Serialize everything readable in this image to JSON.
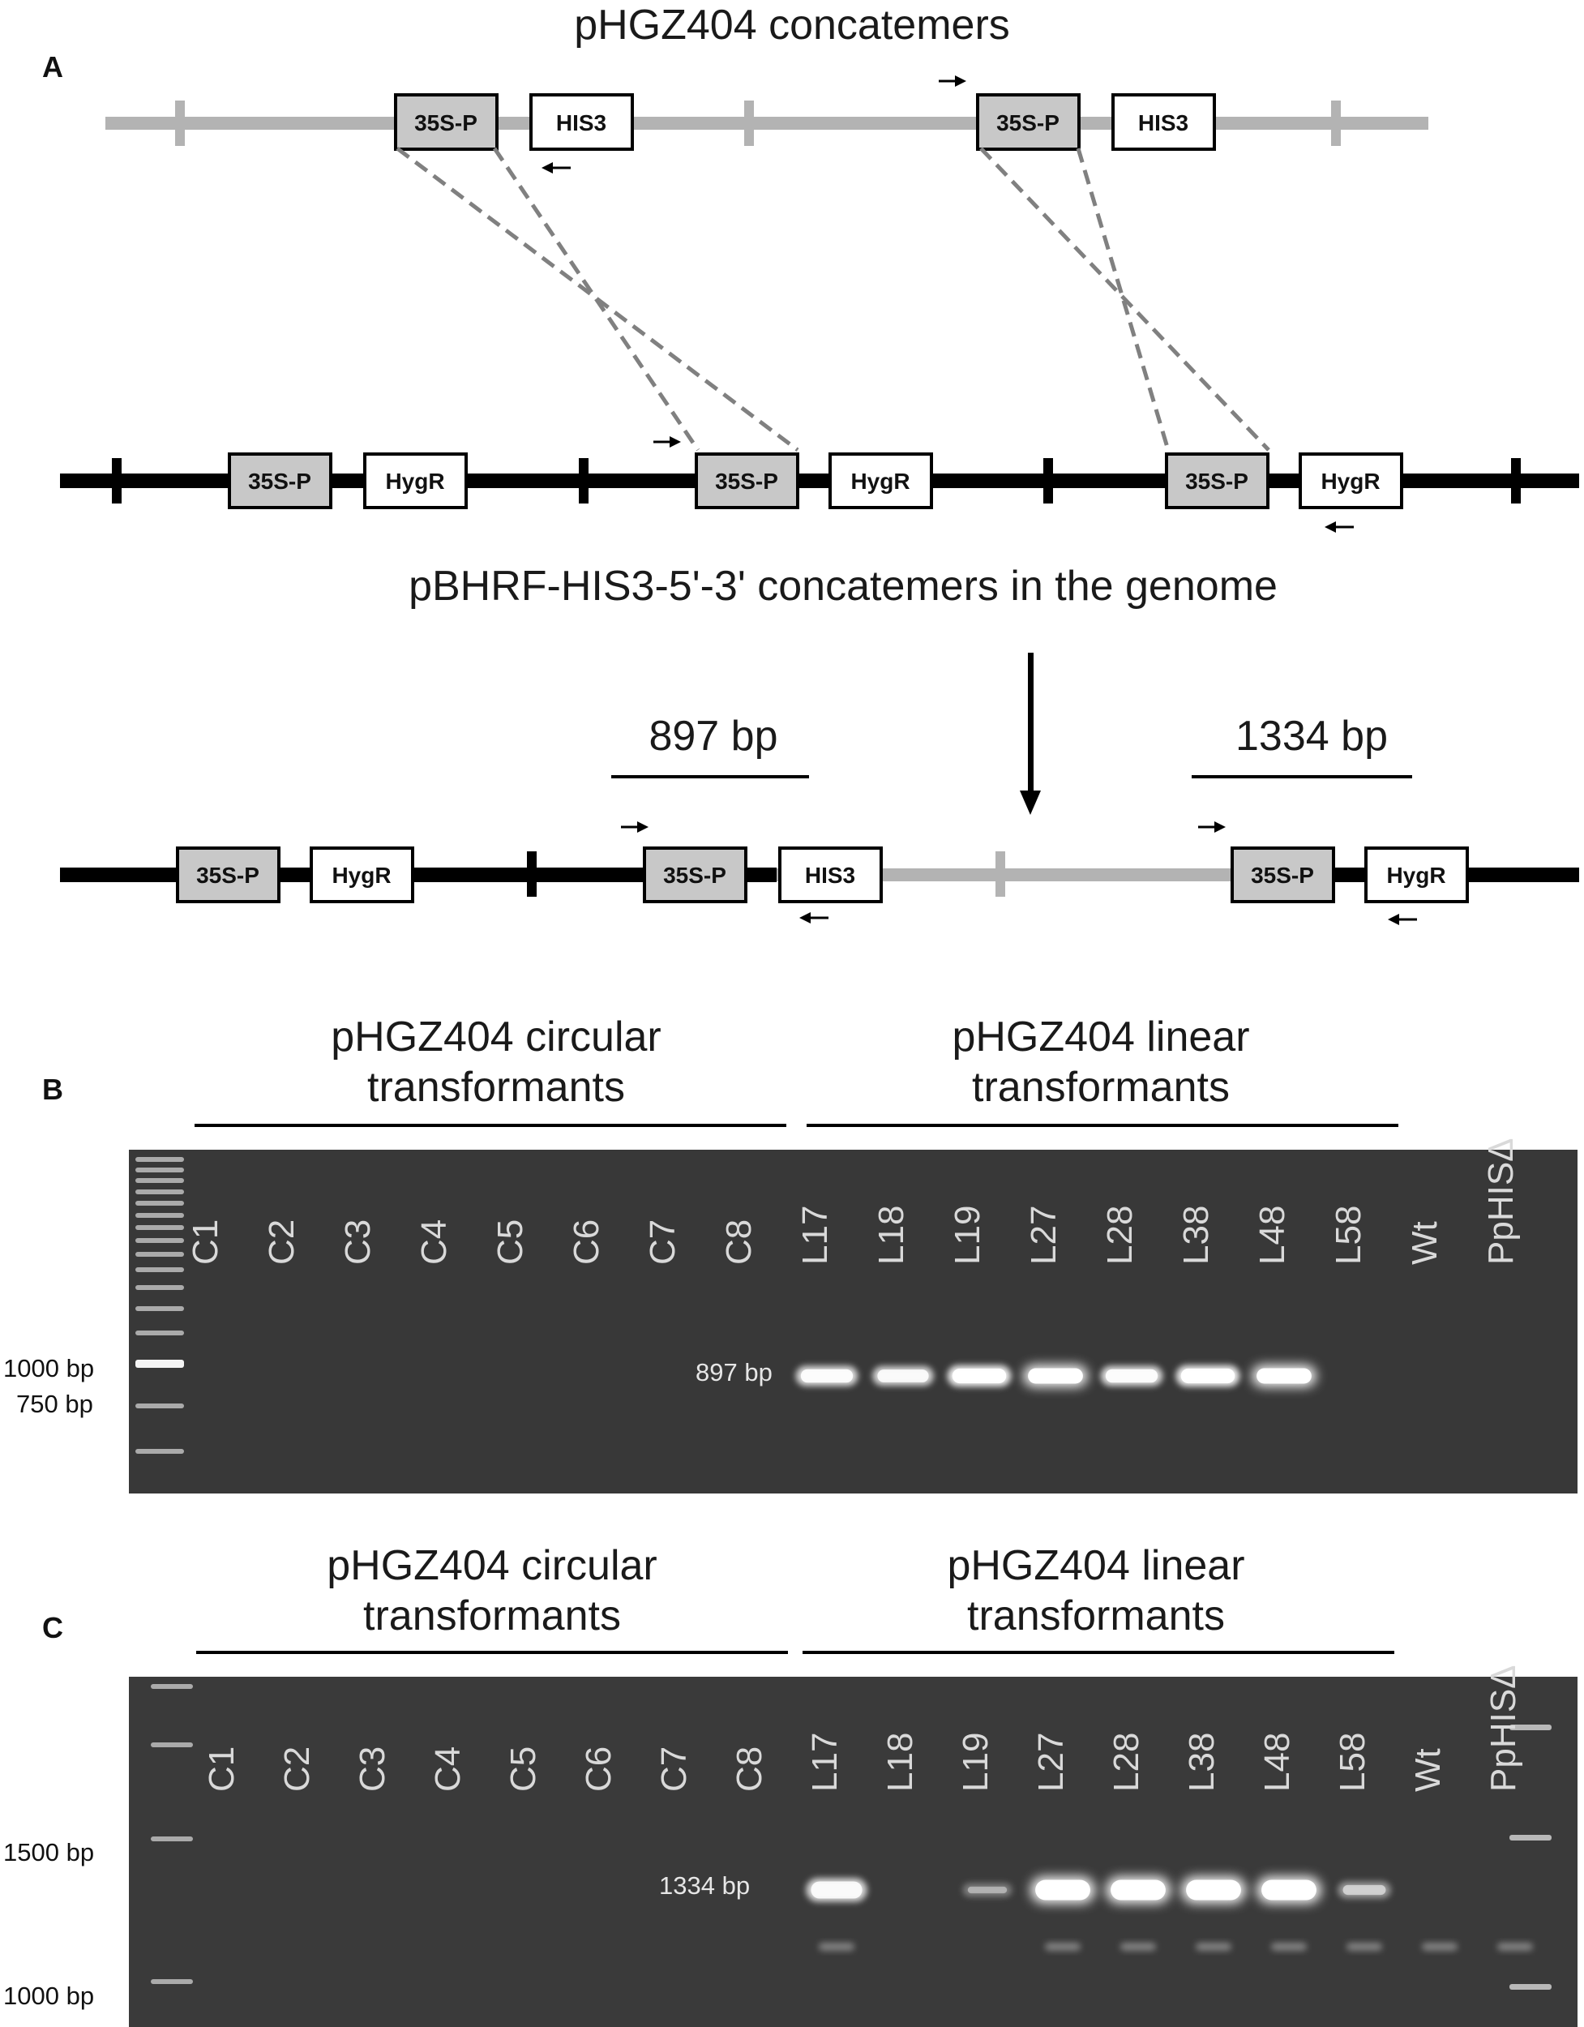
{
  "panelA": {
    "letter": "A",
    "top_title": "pHGZ404 concatemers",
    "middle_title": "pBHRF-HIS3-5'-3' concatemers in the genome",
    "promoter": "35S-P",
    "his3": "HIS3",
    "hygr": "HygR",
    "size_left": "897 bp",
    "size_right": "1334 bp"
  },
  "panelB": {
    "letter": "B",
    "group_circular": [
      "pHGZ404 circular",
      "transformants"
    ],
    "group_linear": [
      "pHGZ404 linear",
      "transformants"
    ],
    "lanes": [
      "C1",
      "C2",
      "C3",
      "C4",
      "C5",
      "C6",
      "C7",
      "C8",
      "L17",
      "L18",
      "L19",
      "L27",
      "L28",
      "L38",
      "L48",
      "L58",
      "Wt",
      "PpHISΔ"
    ],
    "ladder_labels": [
      "1000 bp",
      "750 bp"
    ],
    "band_label": "897 bp",
    "band_intensity": [
      0,
      0,
      0,
      0,
      0,
      0,
      0,
      0,
      0.85,
      0.8,
      0.95,
      1.0,
      0.85,
      0.95,
      1.0,
      0,
      0,
      0
    ]
  },
  "panelC": {
    "letter": "C",
    "group_circular": [
      "pHGZ404 circular",
      "transformants"
    ],
    "group_linear": [
      "pHGZ404 linear",
      "transformants"
    ],
    "lanes": [
      "C1",
      "C2",
      "C3",
      "C4",
      "C5",
      "C6",
      "C7",
      "C8",
      "L17",
      "L18",
      "L19",
      "L27",
      "L28",
      "L38",
      "L48",
      "L58",
      "Wt",
      "PpHISΔ"
    ],
    "ladder_labels": [
      "1500 bp",
      "1000 bp"
    ],
    "band_label": "1334 bp",
    "band_intensity": [
      0,
      0,
      0,
      0,
      0,
      0,
      0,
      0,
      0.8,
      0,
      0.15,
      1.0,
      1.0,
      1.0,
      1.0,
      0.35,
      0,
      0
    ]
  }
}
